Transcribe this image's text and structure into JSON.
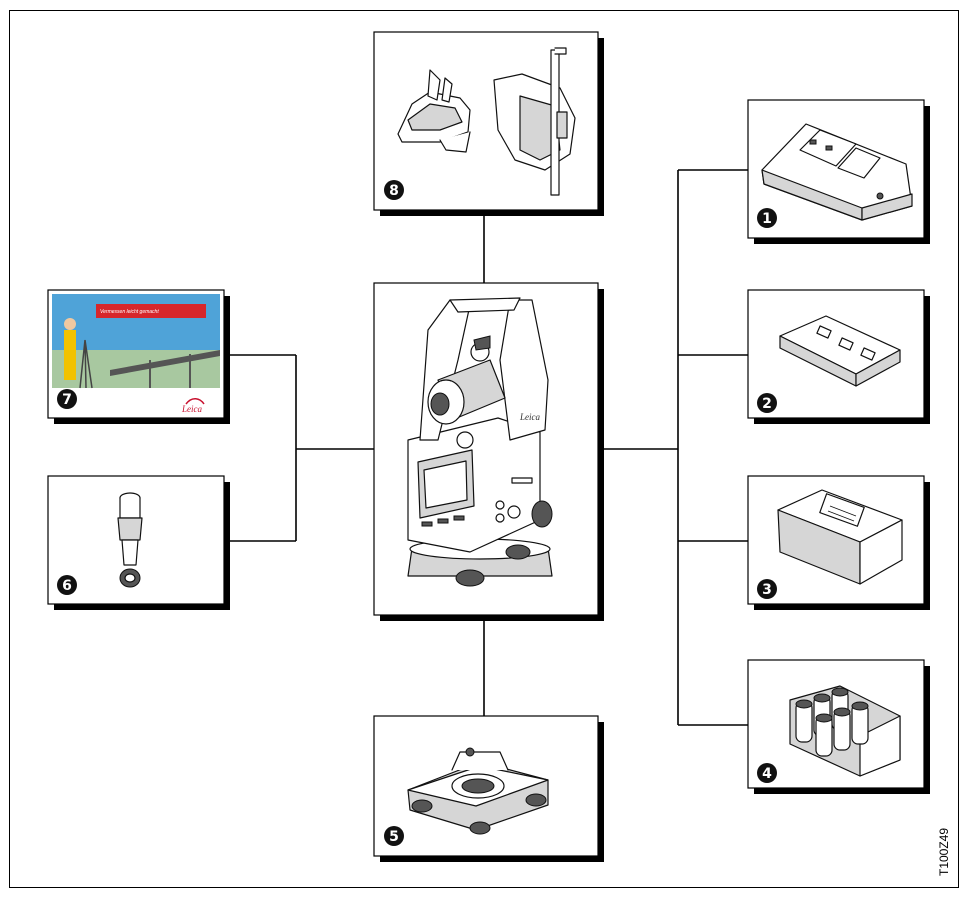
{
  "figure": {
    "code": "T100Z49",
    "manual_cover_banner": "Vermessen leicht gemacht",
    "brand": "Leica"
  },
  "components": [
    {
      "number": "8",
      "icon": "bracket-and-holder-icon"
    },
    {
      "number": "7",
      "icon": "user-manual-icon"
    },
    {
      "number": "6",
      "icon": "cable-connector-icon"
    },
    {
      "number": "5",
      "icon": "tribrach-icon"
    },
    {
      "number": "1",
      "icon": "battery-charger-icon"
    },
    {
      "number": "2",
      "icon": "battery-pack-icon"
    },
    {
      "number": "3",
      "icon": "large-battery-icon"
    },
    {
      "number": "4",
      "icon": "aa-battery-adapter-icon"
    }
  ],
  "colors": {
    "banner": "#d7262b",
    "sky": "#4fa3d8",
    "vest": "#f2c200"
  }
}
